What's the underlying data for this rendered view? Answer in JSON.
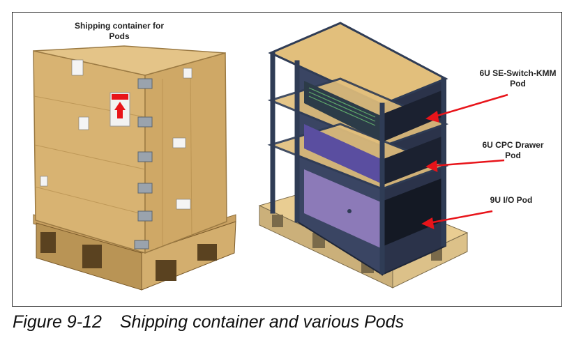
{
  "figure": {
    "crate_label": [
      "Shipping container for",
      "Pods"
    ],
    "pod_labels": [
      [
        "6U SE-Switch-KMM",
        "Pod"
      ],
      [
        "6U CPC Drawer",
        "Pod"
      ],
      [
        "9U I/O Pod"
      ]
    ],
    "colors": {
      "wood": "#d9b574",
      "plywood": "#e2bf7c",
      "frame": "#2f3c55",
      "arrow": "#e8141a",
      "panel_purple": "#6c5ca8"
    }
  },
  "caption": {
    "number": "Figure 9-12",
    "text": "Shipping container and various Pods"
  }
}
